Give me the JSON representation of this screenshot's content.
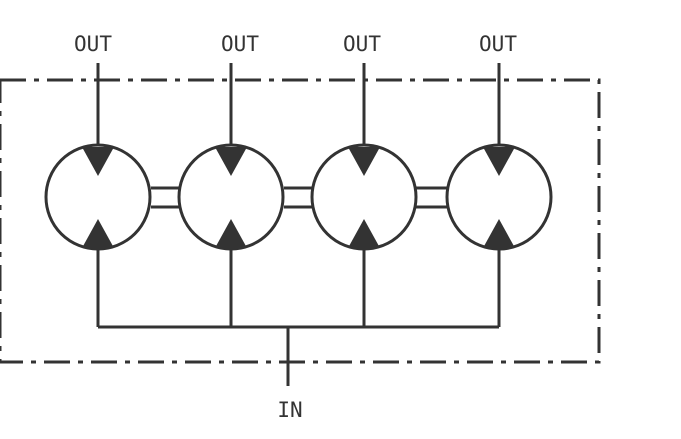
{
  "diagram": {
    "ports": {
      "outputs": [
        {
          "label": "OUT"
        },
        {
          "label": "OUT"
        },
        {
          "label": "OUT"
        },
        {
          "label": "OUT"
        }
      ],
      "input": {
        "label": "IN"
      }
    },
    "colors": {
      "stroke": "#333333",
      "background": "#ffffff"
    },
    "symbols": [
      "flow-divider-motor-icon",
      "flow-divider-motor-icon",
      "flow-divider-motor-icon",
      "flow-divider-motor-icon"
    ]
  }
}
